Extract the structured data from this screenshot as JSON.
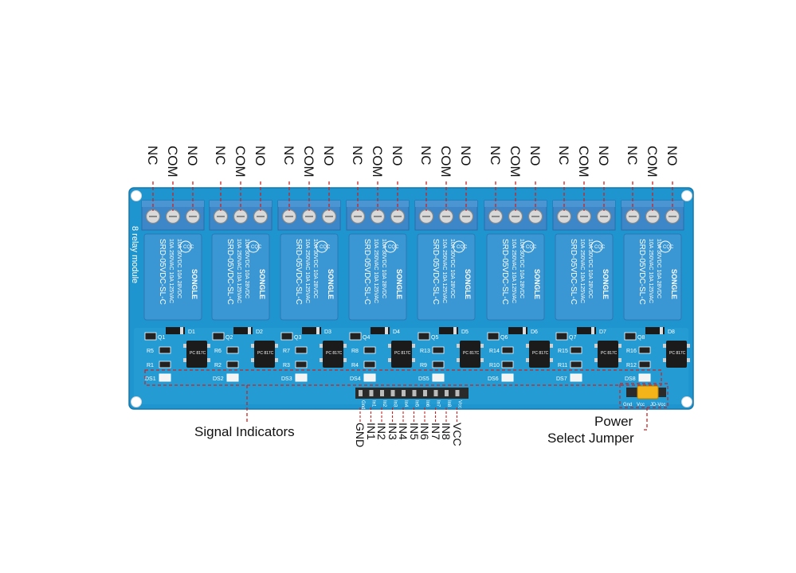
{
  "terminal_labels": [
    "NC",
    "COM",
    "NO"
  ],
  "board_title": "8 relay module",
  "relay": {
    "brand": "SONGLE",
    "model": "SRD-05VDC-SL-C",
    "ratings": [
      "10A 250VAC",
      "10A 125VAC",
      "10A 30VDC",
      "10A 28VDC"
    ],
    "mark": "CQC"
  },
  "channels": [
    {
      "diode": "D1",
      "transistor": "Q1",
      "resistor_a": "R5",
      "resistor_b": "R1",
      "indicator": "DS1"
    },
    {
      "diode": "D2",
      "transistor": "Q2",
      "resistor_a": "R6",
      "resistor_b": "R2",
      "indicator": "DS2"
    },
    {
      "diode": "D3",
      "transistor": "Q3",
      "resistor_a": "R7",
      "resistor_b": "R3",
      "indicator": "DS3"
    },
    {
      "diode": "D4",
      "transistor": "Q4",
      "resistor_a": "R8",
      "resistor_b": "R4",
      "indicator": "DS4"
    },
    {
      "diode": "D5",
      "transistor": "Q5",
      "resistor_a": "R13",
      "resistor_b": "R9",
      "indicator": "DS5"
    },
    {
      "diode": "D6",
      "transistor": "Q6",
      "resistor_a": "R14",
      "resistor_b": "R10",
      "indicator": "DS6"
    },
    {
      "diode": "D7",
      "transistor": "Q7",
      "resistor_a": "R15",
      "resistor_b": "R11",
      "indicator": "DS7"
    },
    {
      "diode": "D8",
      "transistor": "Q8",
      "resistor_a": "R16",
      "resistor_b": "R12",
      "indicator": "DS8"
    }
  ],
  "optocoupler_text": "PC 817C",
  "input_pins": [
    "GND",
    "IN1",
    "IN2",
    "IN3",
    "IN4",
    "IN5",
    "IN6",
    "IN7",
    "IN8",
    "VCC"
  ],
  "input_pins_silk": [
    "Gnd",
    "In1",
    "In2",
    "In3",
    "In4",
    "In5",
    "In6",
    "In7",
    "In8",
    "Vcc"
  ],
  "jumper_pins_silk": [
    "Gnd",
    "Vcc",
    "JD-Vcc"
  ],
  "annotations": {
    "signal_indicators": "Signal Indicators",
    "power_select_line1": "Power",
    "power_select_line2": "Select Jumper"
  },
  "colors": {
    "board": "#1f95cf",
    "relay": "#3b97d4",
    "terminal": "#3d86c7",
    "leader": "#cc2222",
    "header": "#2a2a2a",
    "jumper": "#f2b418"
  }
}
